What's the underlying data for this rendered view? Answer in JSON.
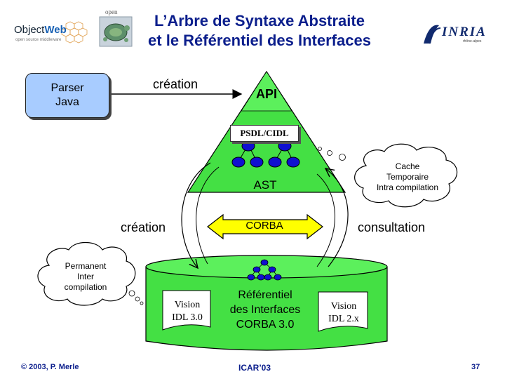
{
  "header": {
    "title_line1": "L’Arbre de Syntaxe Abstraite",
    "title_line2": "et le Référentiel des Interfaces",
    "logo_left": {
      "brand_a": "Object",
      "brand_b": "Web",
      "tagline": "open source middleware"
    },
    "logo_openccm": "open",
    "logo_right": {
      "brand": "INRIA",
      "tagline": "rhône-alpes"
    }
  },
  "diagram": {
    "parser_box": {
      "line1": "Parser",
      "line2": "Java"
    },
    "creation_top": "création",
    "api_label": "API",
    "psdl_label": "PSDL/CIDL",
    "ast_label": "AST",
    "cache_cloud": {
      "line1": "Cache",
      "line2": "Temporaire",
      "line3": "Intra compilation"
    },
    "creation_left": "création",
    "corba_label": "CORBA",
    "consultation": "consultation",
    "permanent_cloud": {
      "line1": "Permanent",
      "line2": "Inter",
      "line3": "compilation"
    },
    "vision_idl3": {
      "line1": "Vision",
      "line2": "IDL 3.0"
    },
    "repository": {
      "line1": "Référentiel",
      "line2": "des Interfaces",
      "line3": "CORBA 3.0"
    },
    "vision_idl2": {
      "line1": "Vision",
      "line2": "IDL 2.x"
    }
  },
  "footer": {
    "copyright": "© 2003, P. Merle",
    "event": "ICAR’03",
    "page_number": "37"
  },
  "colors": {
    "title": "#0b1e8c",
    "green": "#44e044",
    "green_dark": "#2fb52f",
    "parser_fill": "#a8ccff",
    "node_blue": "#1010d0",
    "corba_arrow": "#ffff00"
  }
}
